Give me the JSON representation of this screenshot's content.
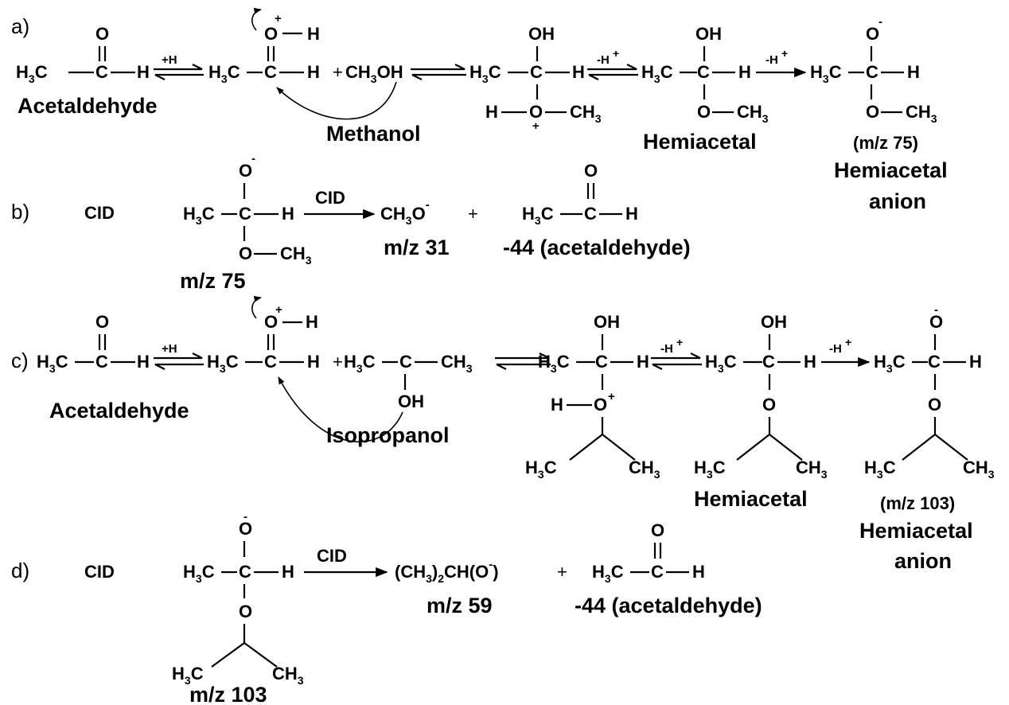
{
  "panels": {
    "a": {
      "label": "a)"
    },
    "b": {
      "label": "b)",
      "cid": "CID"
    },
    "c": {
      "label": "c)"
    },
    "d": {
      "label": "d)",
      "cid": "CID"
    }
  },
  "names": {
    "acetaldehyde": "Acetaldehyde",
    "methanol": "Methanol",
    "isopropanol": "Isopropanol",
    "hemiacetal": "Hemiacetal",
    "hemiacetal_anion_line1": "Hemiacetal",
    "hemiacetal_anion_line2": "anion"
  },
  "arrows": {
    "protonation": "+H",
    "deprotonation": "-H",
    "deprotonation_charge": "+",
    "cid": "CID"
  },
  "masses": {
    "a_anion": "(m/z 75)",
    "b_precursor": "m/z 75",
    "b_product": "m/z 31",
    "b_loss": "-44 (acetaldehyde)",
    "c_anion": "(m/z 103)",
    "d_precursor": "m/z 103",
    "d_product": "m/z 59",
    "d_loss": "-44 (acetaldehyde)"
  },
  "formulas": {
    "methoxide": "CH3O-",
    "isopropoxide": "(CH3)2CH(O-)"
  }
}
